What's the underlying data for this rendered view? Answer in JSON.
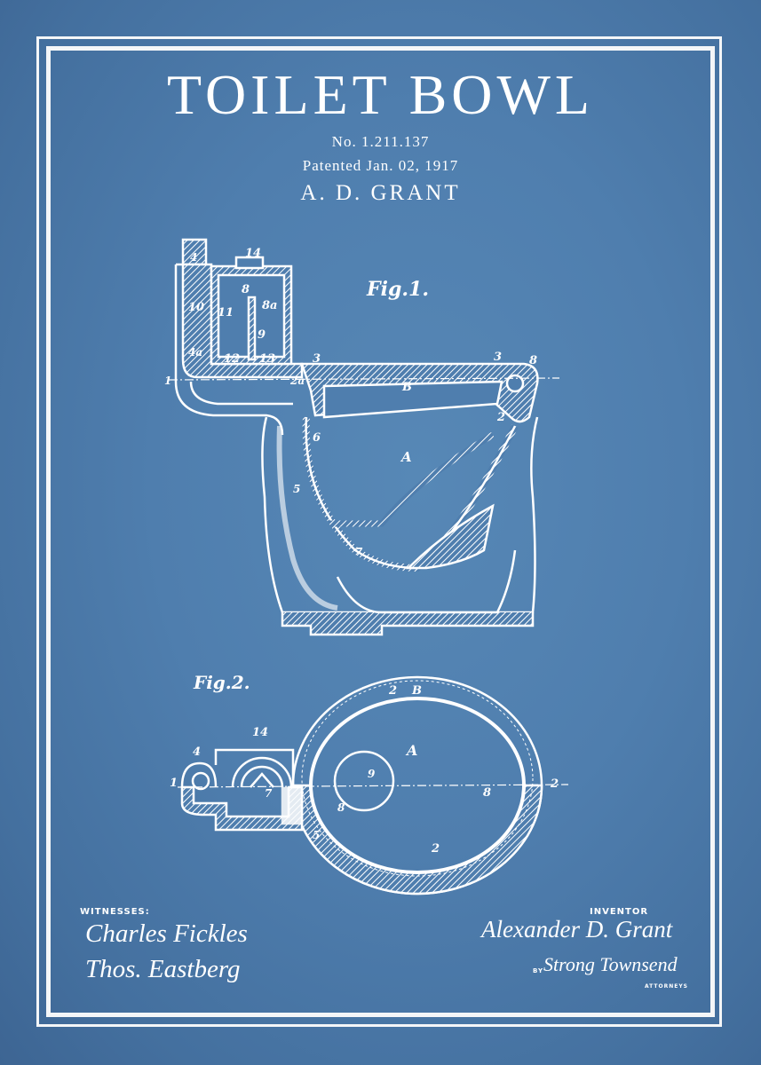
{
  "title": "TOILET BOWL",
  "patent_number": "No. 1.211.137",
  "patented": "Patented Jan. 02, 1917",
  "inventor_name": "A. D. GRANT",
  "fig1": {
    "label": "Fig.1.",
    "refs": [
      "4",
      "14",
      "8",
      "8a",
      "10",
      "11",
      "9",
      "4a",
      "12",
      "13",
      "3",
      "3",
      "8",
      "2",
      "B",
      "6",
      "2a",
      "A",
      "5",
      "7",
      "1"
    ]
  },
  "fig2": {
    "label": "Fig.2.",
    "refs": [
      "2",
      "B",
      "14",
      "4",
      "1",
      "A",
      "9",
      "8",
      "8",
      "2",
      "2",
      "5",
      "7"
    ]
  },
  "witnesses": {
    "heading": "WITNESSES:",
    "signatures": [
      "Charles Fickles",
      "Thos. Eastberg"
    ]
  },
  "inventor": {
    "heading": "INVENTOR",
    "signature": "Alexander D. Grant",
    "by": "BY",
    "attorney_signature": "Strong Townsend",
    "attorney_label": "ATTORNEYS"
  },
  "colors": {
    "background": "#4f7eae",
    "line": "#ffffff"
  }
}
